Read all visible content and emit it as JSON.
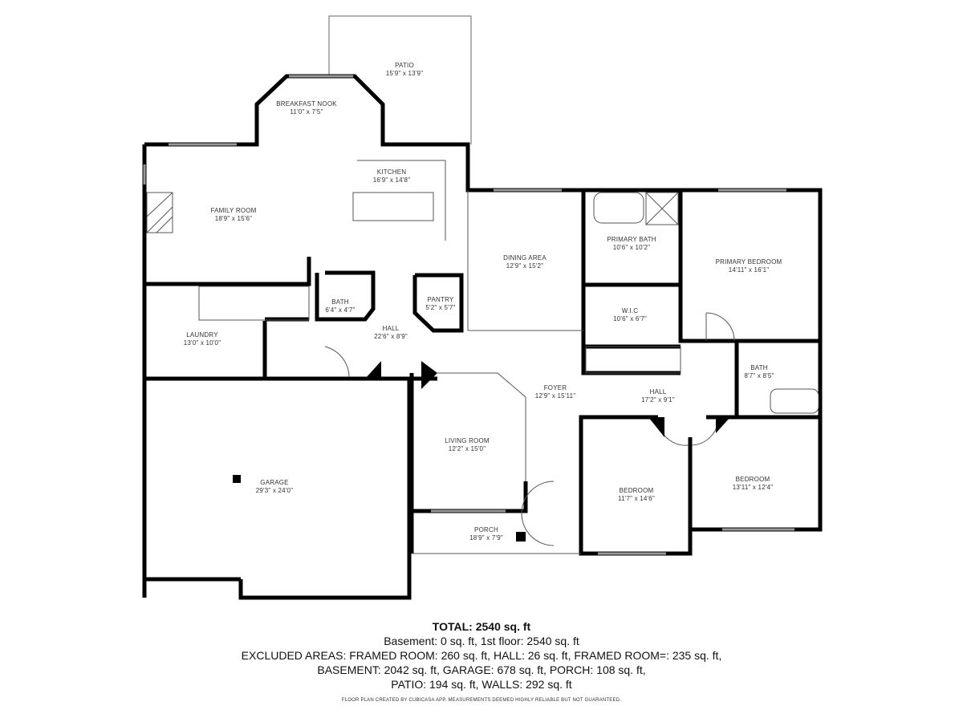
{
  "rooms": {
    "patio": {
      "name": "PATIO",
      "dims": "15'9\" x 13'9\""
    },
    "breakfast_nook": {
      "name": "BREAKFAST NOOK",
      "dims": "11'0\" x 7'5\""
    },
    "kitchen": {
      "name": "KITCHEN",
      "dims": "16'9\" x 14'8\""
    },
    "family_room": {
      "name": "FAMILY ROOM",
      "dims": "18'9\" x 15'6\""
    },
    "dining_area": {
      "name": "DINING AREA",
      "dims": "12'9\" x 15'2\""
    },
    "primary_bath": {
      "name": "PRIMARY BATH",
      "dims": "10'6\" x 10'2\""
    },
    "primary_bedroom": {
      "name": "PRIMARY BEDROOM",
      "dims": "14'11\" x 16'1\""
    },
    "bath1": {
      "name": "BATH",
      "dims": "6'4\" x 4'7\""
    },
    "pantry": {
      "name": "PANTRY",
      "dims": "5'2\" x 5'7\""
    },
    "wic": {
      "name": "W.I.C",
      "dims": "10'6\" x 6'7\""
    },
    "laundry": {
      "name": "LAUNDRY",
      "dims": "13'0\" x 10'0\""
    },
    "hall1": {
      "name": "HALL",
      "dims": "22'6\" x 8'9\""
    },
    "bath2": {
      "name": "BATH",
      "dims": "8'7\" x 8'5\""
    },
    "foyer": {
      "name": "FOYER",
      "dims": "12'9\" x 15'11\""
    },
    "hall2": {
      "name": "HALL",
      "dims": "17'2\" x 9'1\""
    },
    "living_room": {
      "name": "LIVING ROOM",
      "dims": "12'2\" x 15'0\""
    },
    "garage": {
      "name": "GARAGE",
      "dims": "29'3\" x 24'0\""
    },
    "bedroom1": {
      "name": "BEDROOM",
      "dims": "11'7\" x 14'6\""
    },
    "bedroom2": {
      "name": "BEDROOM",
      "dims": "13'11\" x 12'4\""
    },
    "porch": {
      "name": "PORCH",
      "dims": "18'9\" x 7'9\""
    }
  },
  "summary": {
    "total": "TOTAL: 2540 sq. ft",
    "line1": "Basement: 0 sq. ft, 1st floor: 2540 sq. ft",
    "line2": "EXCLUDED AREAS: FRAMED ROOM: 260 sq. ft, HALL: 26 sq. ft, FRAMED ROOM=: 235 sq. ft,",
    "line3": "BASEMENT: 2042 sq. ft, GARAGE: 678 sq. ft, PORCH: 108 sq. ft,",
    "line4": "PATIO: 194 sq. ft, WALLS: 292 sq. ft"
  },
  "credit": "FLOOR PLAN CREATED BY CUBICASA APP. MEASUREMENTS DEEMED HIGHLY RELIABLE BUT NOT GUARANTEED."
}
